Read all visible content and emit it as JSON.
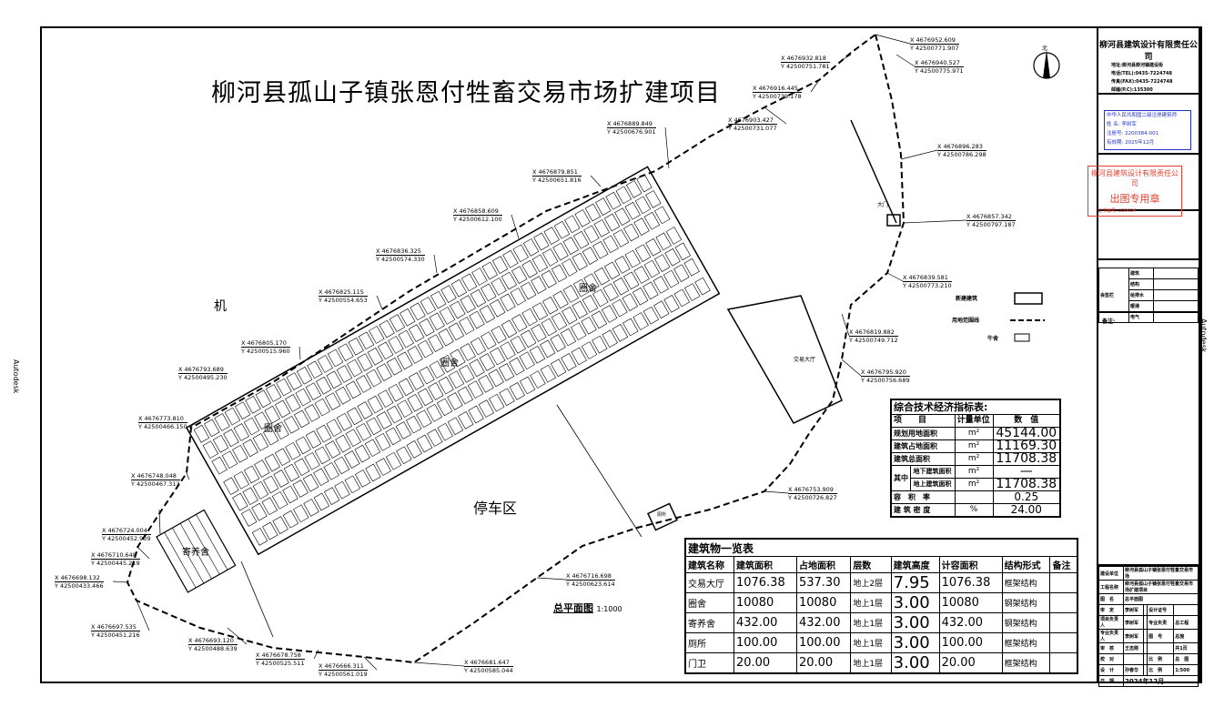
{
  "title": "柳河县孤山子镇张恩付牲畜交易市场扩建项目",
  "side_text": "Autodesk",
  "north_label": "北",
  "zones": {
    "machine": "机",
    "pen1": "圈舍",
    "pen2": "圈舍",
    "pen3": "圈舍",
    "parking": "停车区",
    "hall": "交易大厅",
    "gate": "大门",
    "foster": "寄养舍",
    "toilet": "厕所"
  },
  "plan_caption": {
    "title": "总平面图",
    "scale": "1:1000"
  },
  "coords": [
    {
      "x": "X 4676952.609",
      "y": "Y 42500771.907"
    },
    {
      "x": "X 4676940.527",
      "y": "Y 42500775.971"
    },
    {
      "x": "X 4676932.818",
      "y": "Y 42500751.781"
    },
    {
      "x": "X 4676916.445",
      "y": "Y 42500739.178"
    },
    {
      "x": "X 4676903.427",
      "y": "Y 42500731.077"
    },
    {
      "x": "X 4676889.849",
      "y": "Y 42500676.901"
    },
    {
      "x": "X 4676896.283",
      "y": "Y 42500786.298"
    },
    {
      "x": "X 4676879.851",
      "y": "Y 42500651.816"
    },
    {
      "x": "X 4676858.609",
      "y": "Y 42500612.100"
    },
    {
      "x": "X 4676857.342",
      "y": "Y 42500797.187"
    },
    {
      "x": "X 4676836.325",
      "y": "Y 42500574.330"
    },
    {
      "x": "X 4676839.581",
      "y": "Y 42500773.210"
    },
    {
      "x": "X 4676825.115",
      "y": "Y 42500554.653"
    },
    {
      "x": "X 4676819.882",
      "y": "Y 42500749.712"
    },
    {
      "x": "X 4676805.170",
      "y": "Y 42500515.960"
    },
    {
      "x": "X 4676795.920",
      "y": "Y 42500756.689"
    },
    {
      "x": "X 4676793.689",
      "y": "Y 42500495.230"
    },
    {
      "x": "X 4676773.810",
      "y": "Y 42500466.150"
    },
    {
      "x": "X 4676753.909",
      "y": "Y 42500726.827"
    },
    {
      "x": "X 4676748.048",
      "y": "Y 42500467.313"
    },
    {
      "x": "X 4676724.004",
      "y": "Y 42500452.909"
    },
    {
      "x": "X 4676716.698",
      "y": "Y 42500623.614"
    },
    {
      "x": "X 4676710.648",
      "y": "Y 42500445.219"
    },
    {
      "x": "X 4676698.132",
      "y": "Y 42500433.466"
    },
    {
      "x": "X 4676697.535",
      "y": "Y 42500451.216"
    },
    {
      "x": "X 4676693.120",
      "y": "Y 42500488.639"
    },
    {
      "x": "X 4676681.647",
      "y": "Y 42500585.044"
    },
    {
      "x": "X 4676678.758",
      "y": "Y 42500525.511"
    },
    {
      "x": "X 4676666.311",
      "y": "Y 42500561.019"
    }
  ],
  "legend": {
    "building": "新建建筑",
    "fence": "用地范围线",
    "pen": "牛舍"
  },
  "tech_table": {
    "title": "综合技术经济指标表:",
    "headers": [
      "项　　目",
      "计量单位",
      "数　值"
    ],
    "rows": [
      {
        "item": "规划用地面积",
        "unit": "m²",
        "value": "45144.00"
      },
      {
        "item": "建筑占地面积",
        "unit": "m²",
        "value": "11169.30"
      },
      {
        "item": "建筑总面积",
        "unit": "m²",
        "value": "11708.38"
      },
      {
        "group": "其中",
        "item": "地下建筑面积",
        "unit": "m²",
        "value": "—"
      },
      {
        "item": "地上建筑面积",
        "unit": "m²",
        "value": "11708.38"
      },
      {
        "item": "容　积　率",
        "unit": "",
        "value": "0.25"
      },
      {
        "item": "建 筑 密 度",
        "unit": "%",
        "value": "24.00"
      }
    ]
  },
  "building_table": {
    "title": "建筑物一览表",
    "headers": [
      "建筑名称",
      "建筑面积",
      "占地面积",
      "层数",
      "建筑高度",
      "计容面积",
      "结构形式",
      "备注"
    ],
    "rows": [
      [
        "交易大厅",
        "1076.38",
        "537.30",
        "地上2层",
        "7.95",
        "1076.38",
        "框架结构",
        ""
      ],
      [
        "圈舍",
        "10080",
        "10080",
        "地上1层",
        "3.00",
        "10080",
        "钢架结构",
        ""
      ],
      [
        "寄养舍",
        "432.00",
        "432.00",
        "地上1层",
        "3.00",
        "432.00",
        "钢架结构",
        ""
      ],
      [
        "厕所",
        "100.00",
        "100.00",
        "地上1层",
        "3.00",
        "100.00",
        "框架结构",
        ""
      ],
      [
        "门卫",
        "20.00",
        "20.00",
        "地上1层",
        "3.00",
        "20.00",
        "框架结构",
        ""
      ]
    ]
  },
  "title_block": {
    "company": "柳河县建筑设计有限责任公司",
    "info": [
      "地址:柳河县柳河镇建设街",
      "电话(TEL):0435-7224748",
      "传真(FAX):0435-7224748",
      "邮编(P.C):135300"
    ],
    "blue_stamp": {
      "head": "中华人民共和国二级注册建筑师",
      "name": "姓 名: 李树军",
      "reg": "注册号: 2200384-001",
      "valid": "有效期: 2025年12月"
    },
    "red_stamp": {
      "company": "柳河县建筑设计有限责任公司",
      "label": "出图专用章",
      "cert": "证书编号: 220034"
    },
    "sign_label": "会签栏",
    "sign_rows": [
      "建筑",
      "结构",
      "给排水",
      "暖通",
      "电气"
    ],
    "notes_label": "备注:",
    "project_label": "建设单位",
    "project_value": "柳河县孤山子镇张恩付牲畜交易市场",
    "project_name_label": "工程名称",
    "project_name_value": "柳河县孤山子镇张恩付牲畜交易市场扩建项目",
    "drawing_label": "图　名",
    "drawing_value": "总平面图",
    "rows": [
      [
        "审　定",
        "李树军",
        "",
        "设计证号",
        ""
      ],
      [
        "项目负责人",
        "李树军",
        "",
        "专业负责",
        "总工程"
      ],
      [
        "专业负责人",
        "李树军",
        "",
        "图　号",
        "总施"
      ],
      [
        "审　核",
        "王志刚",
        "",
        "",
        "共1页"
      ],
      [
        "校　对",
        "",
        "",
        "比　例",
        "总　图"
      ],
      [
        "设　计",
        "孙春华",
        "",
        "比　例",
        "1:500"
      ]
    ],
    "date_label": "日　期",
    "date_value": "2024年12月"
  }
}
